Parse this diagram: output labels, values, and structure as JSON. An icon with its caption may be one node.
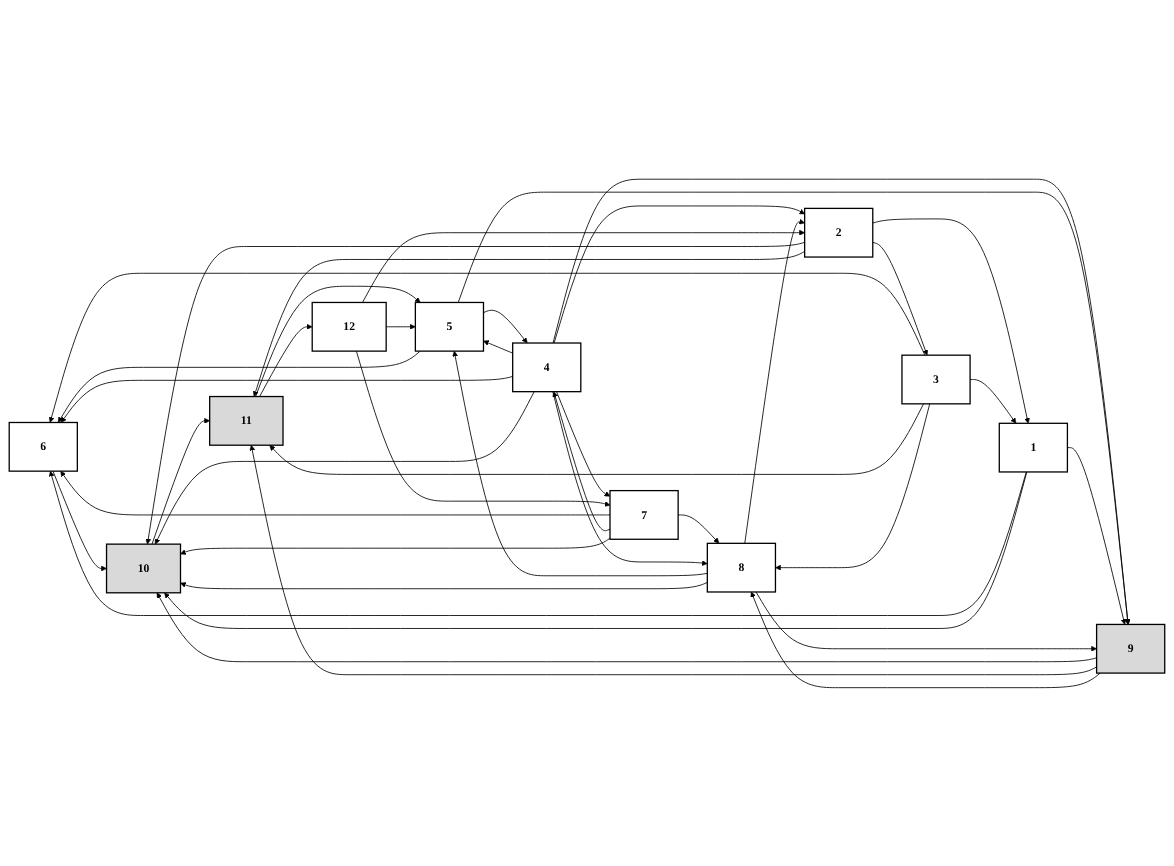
{
  "diagram": {
    "nodes": [
      {
        "text": [
          "6"
        ]
      },
      {
        "text": [
          "7"
        ]
      },
      {
        "text": [
          "4"
        ]
      },
      {
        "text": [
          "5"
        ]
      },
      {
        "text": [
          "1"
        ]
      },
      {
        "text": [
          "10"
        ]
      },
      {
        "text": [
          "11"
        ]
      },
      {
        "text": [
          "12"
        ]
      },
      {
        "text": [
          "2"
        ]
      },
      {
        "text": [
          "3"
        ]
      },
      {
        "text": [
          "8"
        ]
      },
      {
        "text": [
          "9"
        ]
      }
    ],
    "edges": [
      {
        "from": 3,
        "to": 0,
        "arrow": "to"
      },
      {
        "from": 1,
        "to": 0,
        "arrow": "to"
      },
      {
        "from": 1,
        "to": 2,
        "arrow": "to"
      },
      {
        "from": 2,
        "to": 1,
        "arrow": "to"
      },
      {
        "from": 2,
        "to": 3,
        "arrow": "to"
      },
      {
        "from": 3,
        "to": 2,
        "arrow": "to"
      },
      {
        "from": 4,
        "to": 0,
        "arrow": "to"
      },
      {
        "from": 0,
        "to": 5,
        "arrow": "to"
      },
      {
        "from": 9,
        "to": 0,
        "arrow": "to"
      },
      {
        "from": 2,
        "to": 0,
        "arrow": "to"
      },
      {
        "from": 1,
        "to": 5,
        "arrow": "to"
      },
      {
        "from": 2,
        "to": 5,
        "arrow": "to"
      },
      {
        "from": 7,
        "to": 1,
        "arrow": "to"
      },
      {
        "from": 1,
        "to": 10,
        "arrow": "to"
      },
      {
        "from": 2,
        "to": 8,
        "arrow": "to"
      },
      {
        "from": 2,
        "to": 11,
        "arrow": "to"
      },
      {
        "from": 2,
        "to": 10,
        "arrow": "to"
      },
      {
        "from": 3,
        "to": 11,
        "arrow": "to"
      },
      {
        "from": 6,
        "to": 3,
        "arrow": "to"
      },
      {
        "from": 10,
        "to": 3,
        "arrow": "to"
      },
      {
        "from": 7,
        "to": 3,
        "arrow": "to"
      },
      {
        "from": 4,
        "to": 5,
        "arrow": "to"
      },
      {
        "from": 5,
        "to": 6,
        "arrow": "to"
      },
      {
        "from": 6,
        "to": 7,
        "arrow": "to"
      },
      {
        "from": 4,
        "to": 11,
        "arrow": "to"
      },
      {
        "from": 11,
        "to": 5,
        "arrow": "to"
      },
      {
        "from": 11,
        "to": 6,
        "arrow": "to"
      },
      {
        "from": 8,
        "to": 4,
        "arrow": "to"
      },
      {
        "from": 9,
        "to": 4,
        "arrow": "to"
      },
      {
        "from": 8,
        "to": 5,
        "arrow": "to"
      },
      {
        "from": 8,
        "to": 6,
        "arrow": "to"
      },
      {
        "from": 9,
        "to": 6,
        "arrow": "to"
      },
      {
        "from": 10,
        "to": 5,
        "arrow": "to"
      },
      {
        "from": 8,
        "to": 9,
        "arrow": "to"
      },
      {
        "from": 9,
        "to": 10,
        "arrow": "to"
      },
      {
        "from": 10,
        "to": 11,
        "arrow": "to"
      },
      {
        "from": 11,
        "to": 10,
        "arrow": "to"
      },
      {
        "from": 10,
        "to": 8,
        "arrow": "to"
      },
      {
        "from": 7,
        "to": 8,
        "arrow": "to"
      }
    ]
  }
}
